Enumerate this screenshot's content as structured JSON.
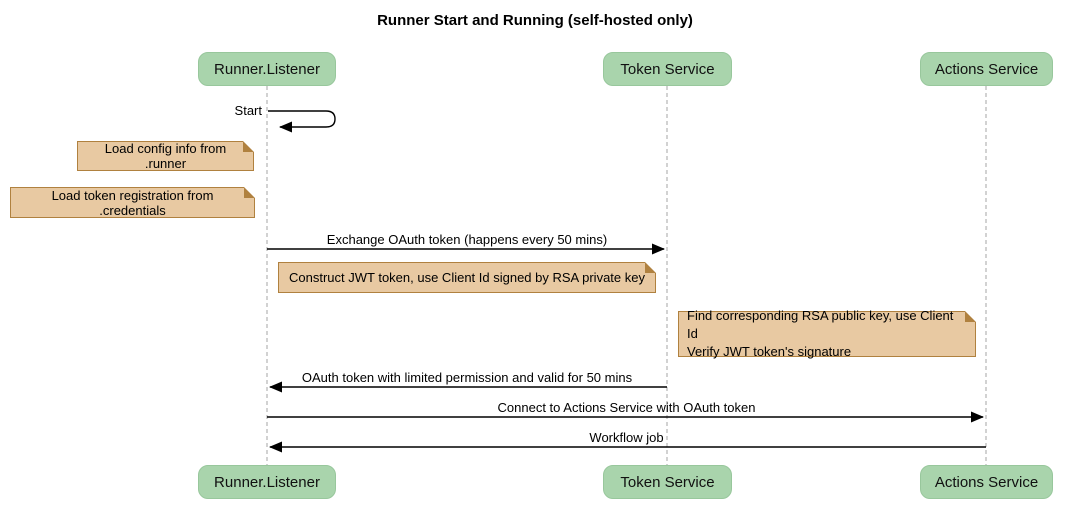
{
  "title": "Runner Start and Running (self-hosted only)",
  "participants": [
    {
      "name": "Runner.Listener"
    },
    {
      "name": "Token Service"
    },
    {
      "name": "Actions Service"
    }
  ],
  "messages": [
    {
      "label": "Start",
      "from": "Runner.Listener",
      "to": "Runner.Listener",
      "type": "self"
    },
    {
      "label": "Exchange OAuth token (happens every 50 mins)",
      "from": "Runner.Listener",
      "to": "Token Service",
      "type": "solid-arrow"
    },
    {
      "label": "OAuth token with limited permission and valid for 50 mins",
      "from": "Token Service",
      "to": "Runner.Listener",
      "type": "solid-arrow"
    },
    {
      "label": "Connect to Actions Service with OAuth token",
      "from": "Runner.Listener",
      "to": "Actions Service",
      "type": "solid-arrow"
    },
    {
      "label": "Workflow job",
      "from": "Actions Service",
      "to": "Runner.Listener",
      "type": "solid-arrow"
    }
  ],
  "notes": [
    {
      "text": "Load config info from .runner",
      "position": "left of Runner.Listener"
    },
    {
      "text": "Load token registration from .credentials",
      "position": "left of Runner.Listener"
    },
    {
      "text": "Construct JWT token, use Client Id signed by RSA private key",
      "position": "right of Runner.Listener"
    },
    {
      "lines": [
        "Find corresponding RSA public key, use Client Id",
        "Verify JWT token's signature"
      ],
      "position": "left of Actions Service"
    }
  ],
  "colors": {
    "actor_fill": "#a9d4ac",
    "actor_border": "#98c79c",
    "note_fill": "#e8c9a2",
    "note_border": "#b0813f",
    "note_fold": "#d9b384",
    "lifeline_color": "#a6a6a6",
    "arrow_color": "#000000"
  }
}
